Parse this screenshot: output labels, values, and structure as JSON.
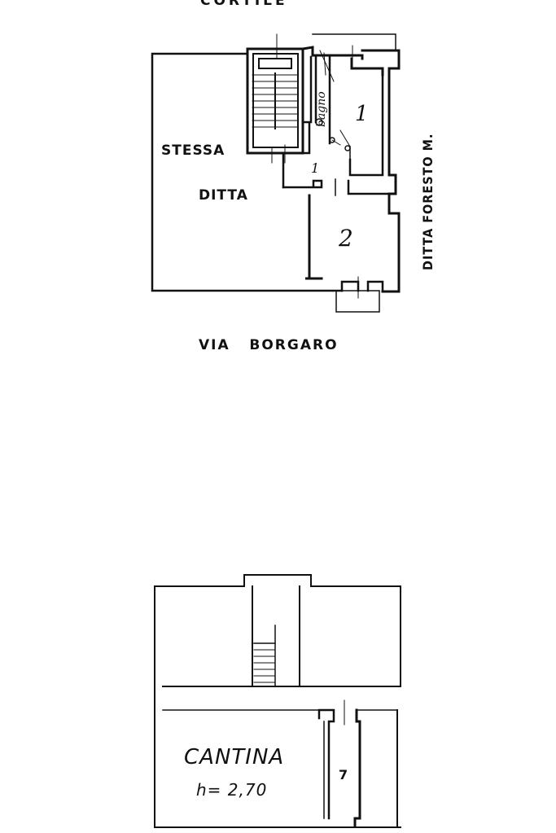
{
  "upper_plan": {
    "top_label": "CORTILE",
    "bottom_label": "VIA   BORGARO",
    "left_label_line1": "STESSA",
    "left_label_line2": "DITTA",
    "right_label": "DITTA  FORESTO M.",
    "room_bath": "bagno",
    "room_1": "1",
    "room_2": "2",
    "room_corridor": "1"
  },
  "lower_plan": {
    "title": "CANTINA",
    "height_label": "h= 2,70",
    "unit_number": "7"
  }
}
